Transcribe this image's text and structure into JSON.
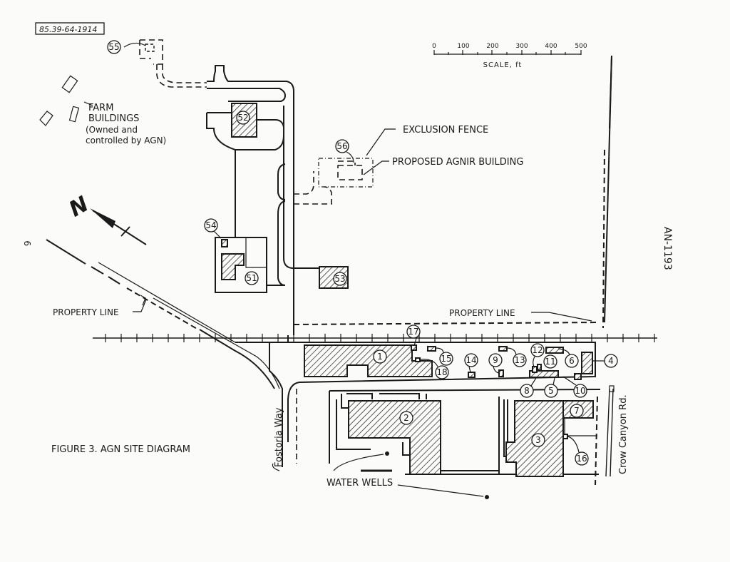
{
  "doc_id": "85.39-64-1914",
  "side_id": "AN-1193",
  "figure_title": "FIGURE 3.  AGN SITE DIAGRAM",
  "scale": {
    "ticks": [
      "0",
      "100",
      "200",
      "300",
      "400",
      "500"
    ],
    "label": "SCALE, ft"
  },
  "labels": {
    "farm_buildings_1": "FARM",
    "farm_buildings_2": "BUILDINGS",
    "farm_buildings_3": "(Owned and",
    "farm_buildings_4": "controlled by AGN)",
    "exclusion_fence": "EXCLUSION FENCE",
    "proposed_agnir": "PROPOSED AGNIR BUILDING",
    "property_line_left": "PROPERTY LINE",
    "property_line_right": "PROPERTY LINE",
    "water_wells": "WATER WELLS",
    "fostoria_way": "Fostoria Way",
    "crow_canyon": "Crow Canyon Rd.",
    "north": "N",
    "margin_mark": "9"
  },
  "building_numbers": {
    "b1": "1",
    "b2": "2",
    "b3": "3",
    "b4": "4",
    "b5": "5",
    "b6": "6",
    "b7": "7",
    "b8": "8",
    "b9": "9",
    "b10": "10",
    "b11": "11",
    "b12": "12",
    "b13": "13",
    "b14": "14",
    "b15": "15",
    "b16": "16",
    "b17": "17",
    "b18": "18",
    "b51": "51",
    "b52": "52",
    "b53": "53",
    "b54": "54",
    "b55": "55",
    "b56": "56"
  }
}
